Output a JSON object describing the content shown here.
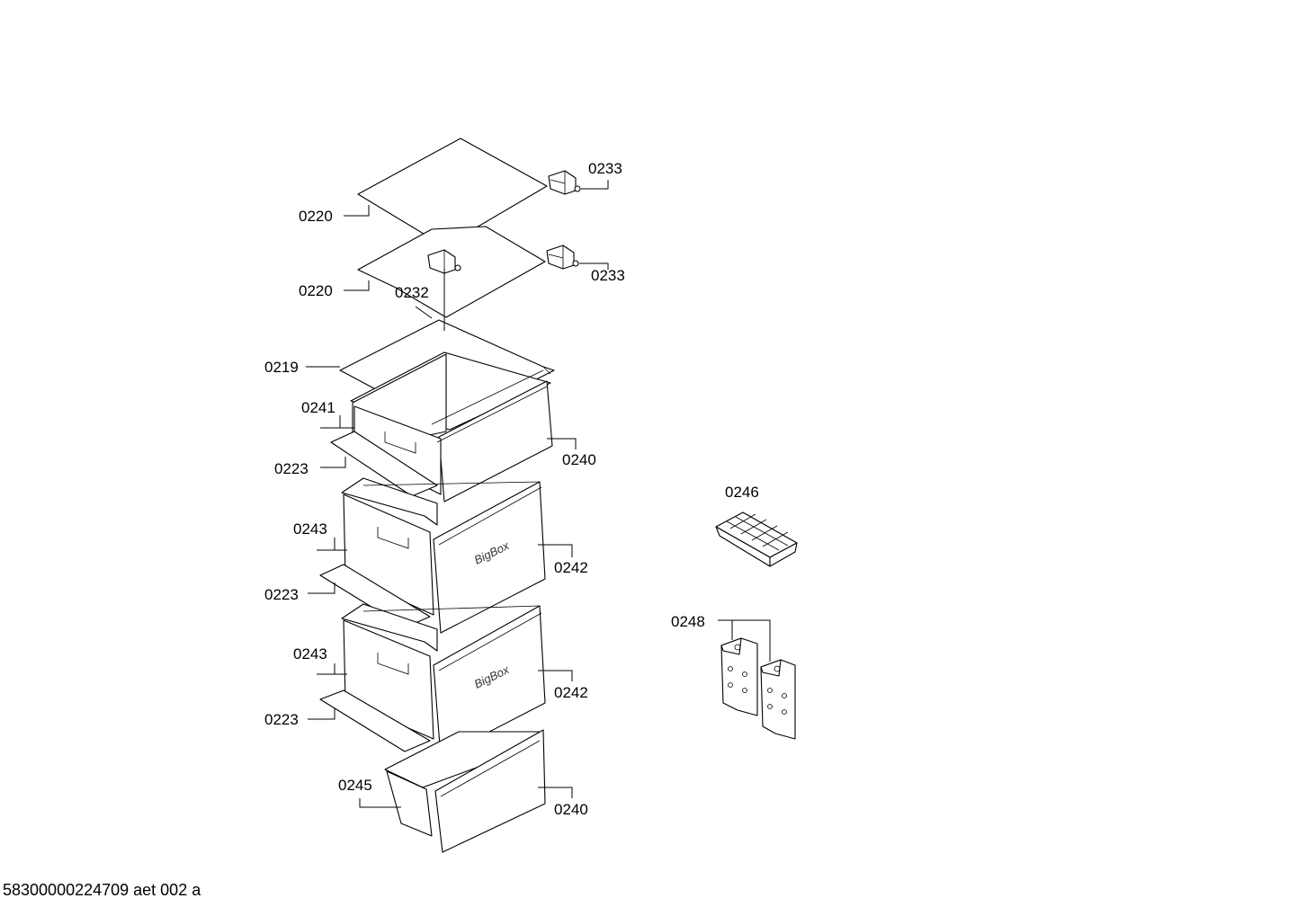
{
  "labels": {
    "l0220a": "0220",
    "l0220b": "0220",
    "l0232": "0232",
    "l0233a": "0233",
    "l0233b": "0233",
    "l0219": "0219",
    "l0241": "0241",
    "l0223a": "0223",
    "l0240a": "0240",
    "l0243a": "0243",
    "l0242a": "0242",
    "l0223b": "0223",
    "l0243b": "0243",
    "l0242b": "0242",
    "l0223c": "0223",
    "l0245": "0245",
    "l0240b": "0240",
    "l0246": "0246",
    "l0248": "0248"
  },
  "branding": {
    "bigbox_a": "BigBox",
    "bigbox_b": "BigBox"
  },
  "document_id": "58300000224709 aet 002 a"
}
